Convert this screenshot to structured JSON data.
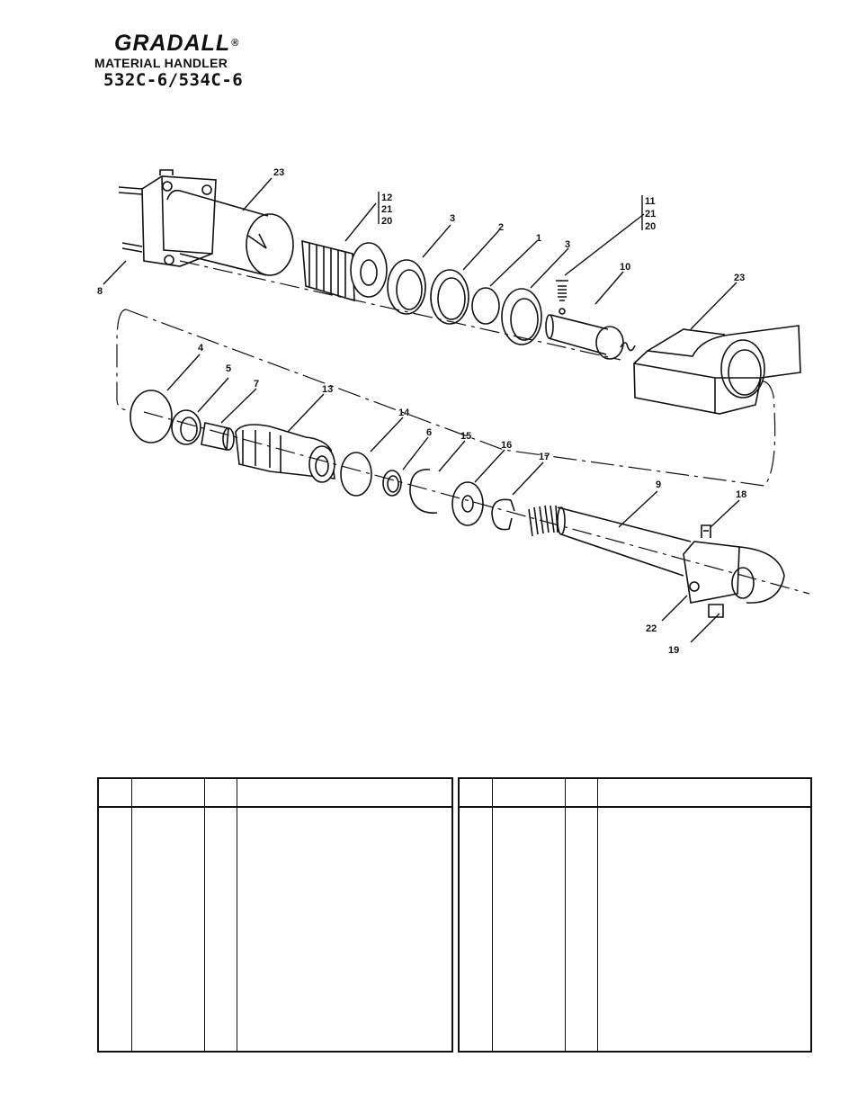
{
  "header": {
    "brand": "GRADALL",
    "registered": "®",
    "subtitle": "MATERIAL HANDLER",
    "model": "532C-6/534C-6"
  },
  "diagram": {
    "callouts": [
      "23",
      "12",
      "21",
      "20",
      "3",
      "2",
      "1",
      "3",
      "11",
      "21",
      "20",
      "10",
      "23",
      "8",
      "4",
      "5",
      "7",
      "13",
      "14",
      "6",
      "15",
      "16",
      "17",
      "9",
      "18",
      "22",
      "19"
    ]
  },
  "parts_tables": {
    "columns": 4,
    "left": {
      "header": [
        "",
        "",
        "",
        ""
      ],
      "rows": []
    },
    "right": {
      "header": [
        "",
        "",
        "",
        ""
      ],
      "rows": []
    }
  }
}
